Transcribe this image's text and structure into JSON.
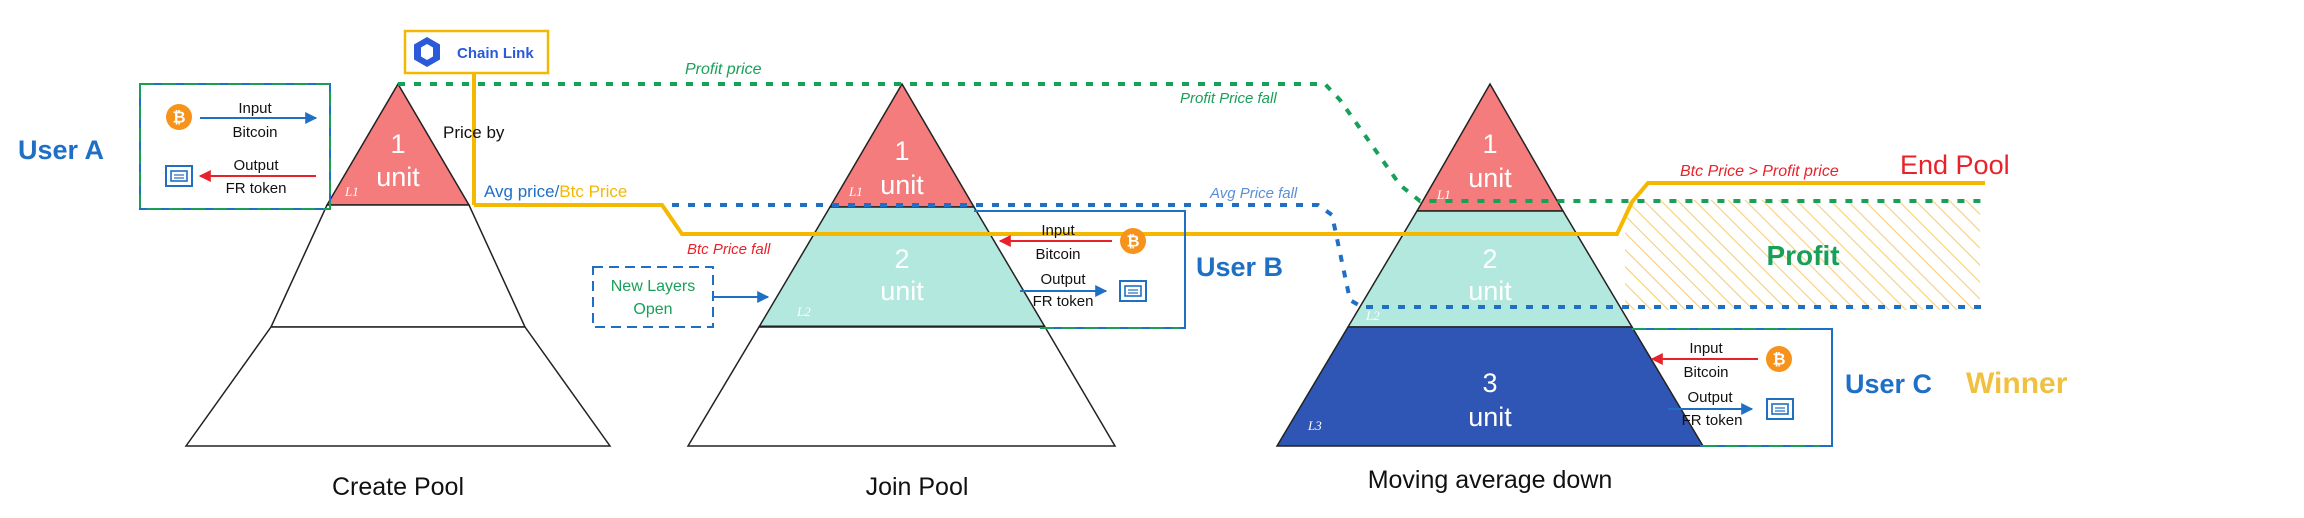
{
  "colors": {
    "layer1": "#f47c7c",
    "layer2": "#b3e8de",
    "layer3": "#2f56b5",
    "btc_line": "#f5b800",
    "profit_line": "#18a058",
    "avg_line": "#1f6fc5",
    "user_blue": "#1f6fc5",
    "red": "#e8222a",
    "green": "#18a058",
    "winner": "#f0c040",
    "chainlink": "#2a5ada",
    "bitcoin": "#f7931a"
  },
  "chainlink": {
    "label": "Chain Link"
  },
  "labels": {
    "price_by": "Price by",
    "profit_price": "Profit price",
    "profit_price_fall": "Profit Price fall",
    "avg_price": "Avg price",
    "slash": "/",
    "btc_price": "Btc Price",
    "btc_price_fall": "Btc Price fall",
    "avg_price_fall": "Avg Price fall",
    "btc_gt_profit": "Btc Price > Profit price",
    "end_pool": "End Pool",
    "profit": "Profit",
    "winner": "Winner",
    "new_layers_1": "New Layers",
    "new_layers_2": "Open"
  },
  "users": {
    "a": {
      "name": "User A",
      "input_1": "Input",
      "input_2": "Bitcoin",
      "output_1": "Output",
      "output_2": "FR token"
    },
    "b": {
      "name": "User B",
      "input_1": "Input",
      "input_2": "Bitcoin",
      "output_1": "Output",
      "output_2": "FR token"
    },
    "c": {
      "name": "User C",
      "input_1": "Input",
      "input_2": "Bitcoin",
      "output_1": "Output",
      "output_2": "FR token"
    }
  },
  "pools": {
    "create": {
      "caption": "Create Pool",
      "layer1": {
        "num": "1",
        "unit": "unit",
        "tag": "L1"
      }
    },
    "join": {
      "caption": "Join Pool",
      "layer1": {
        "num": "1",
        "unit": "unit",
        "tag": "L1"
      },
      "layer2": {
        "num": "2",
        "unit": "unit",
        "tag": "L2"
      }
    },
    "moving": {
      "caption": "Moving average down",
      "layer1": {
        "num": "1",
        "unit": "unit",
        "tag": "L1"
      },
      "layer2": {
        "num": "2",
        "unit": "unit",
        "tag": "L2"
      },
      "layer3": {
        "num": "3",
        "unit": "unit",
        "tag": "L3"
      }
    }
  }
}
